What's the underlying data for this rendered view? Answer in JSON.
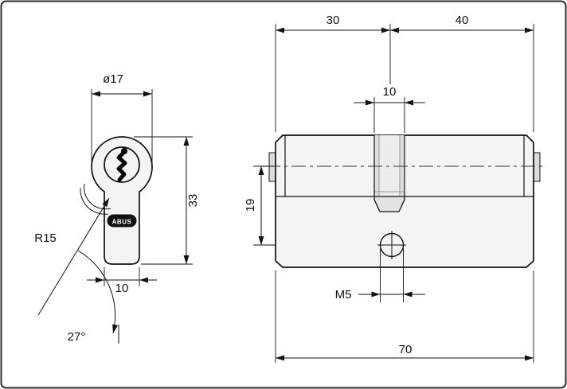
{
  "page": {
    "border_color": "#2e2e2e",
    "line_color": "#111111",
    "body_fill": "#f4f4f4",
    "shade_fill": "#e7e7e7"
  },
  "front_view": {
    "brand_label": "ABUS",
    "dims": {
      "diameter": "ø17",
      "height": "33",
      "width": "10",
      "radius": "R15",
      "angle": "27°"
    }
  },
  "side_view": {
    "dims": {
      "left_section": "30",
      "right_section": "40",
      "cam_width": "10",
      "axis_to_screw": "19",
      "screw_thread": "M5",
      "total_length": "70"
    }
  }
}
